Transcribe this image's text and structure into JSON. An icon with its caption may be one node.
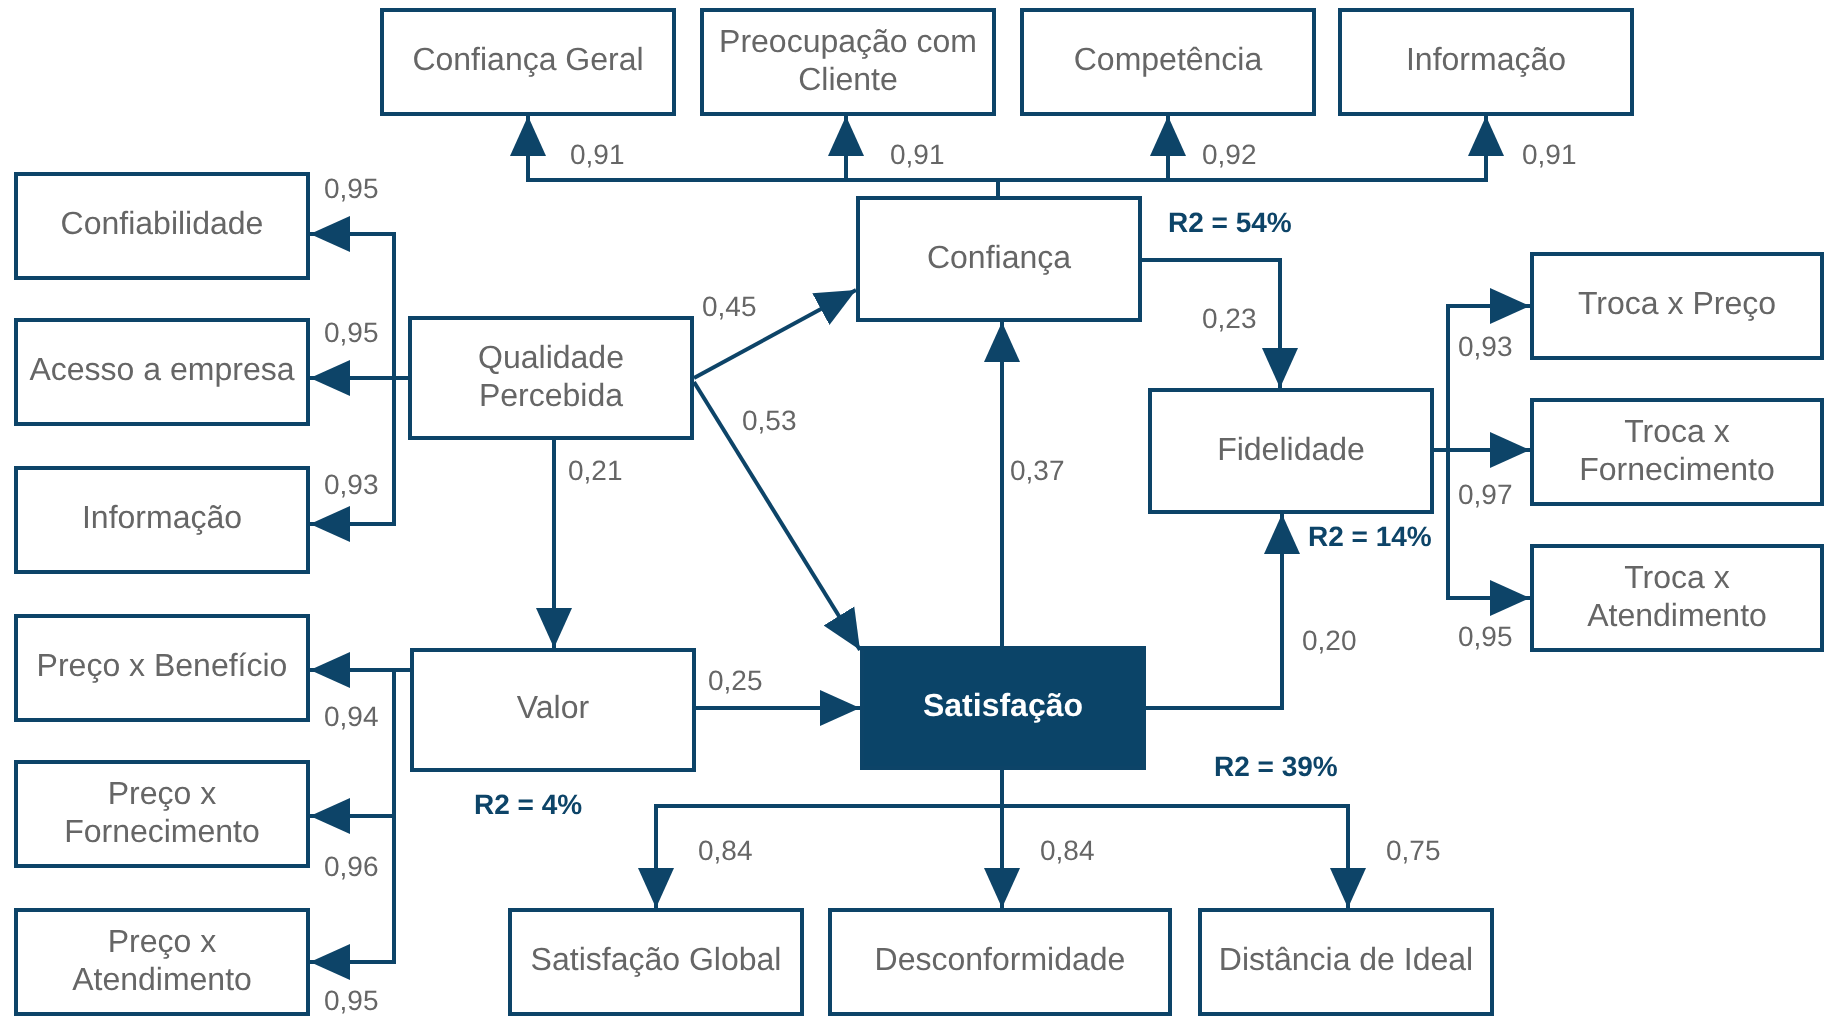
{
  "diagram": {
    "nodes": [
      {
        "text": [
          "Confiança Geral"
        ]
      },
      {
        "text": [
          "Preocupação com Cliente"
        ]
      },
      {
        "text": [
          "Competência"
        ]
      },
      {
        "text": [
          "Informação"
        ]
      },
      {
        "text": [
          "Confiabilidade"
        ]
      },
      {
        "text": [
          "Acesso a empresa"
        ]
      },
      {
        "text": [
          "Informação"
        ]
      },
      {
        "text": [
          "Qualidade Percebida"
        ]
      },
      {
        "text": [
          "Confiança"
        ],
        "beside": [
          "R2 = 54%"
        ]
      },
      {
        "text": [
          "Fidelidade"
        ],
        "beside": [
          "R2 = 14%"
        ]
      },
      {
        "text": [
          "Troca x Preço"
        ]
      },
      {
        "text": [
          "Troca x Fornecimento"
        ]
      },
      {
        "text": [
          "Troca x Atendimento"
        ]
      },
      {
        "text": [
          "Preço x Benefício"
        ]
      },
      {
        "text": [
          "Preço x Fornecimento"
        ]
      },
      {
        "text": [
          "Preço x Atendimento"
        ]
      },
      {
        "text": [
          "Valor"
        ],
        "beside": [
          "R2 = 4%"
        ]
      },
      {
        "text": [
          "Satisfação"
        ],
        "beside": [
          "R2 = 39%"
        ]
      },
      {
        "text": [
          "Satisfação Global"
        ]
      },
      {
        "text": [
          "Desconformidade"
        ]
      },
      {
        "text": [
          "Distância de Ideal"
        ]
      }
    ],
    "edges": [
      {
        "from": 8,
        "to": 0,
        "arrow": "to",
        "label": "0,91"
      },
      {
        "from": 8,
        "to": 1,
        "arrow": "to",
        "label": "0,91"
      },
      {
        "from": 8,
        "to": 2,
        "arrow": "to",
        "label": "0,92"
      },
      {
        "from": 8,
        "to": 3,
        "arrow": "to",
        "label": "0,91"
      },
      {
        "from": 7,
        "to": 4,
        "arrow": "to",
        "label": "0,95"
      },
      {
        "from": 7,
        "to": 5,
        "arrow": "to",
        "label": "0,95"
      },
      {
        "from": 7,
        "to": 6,
        "arrow": "to",
        "label": "0,93"
      },
      {
        "from": 7,
        "to": 8,
        "arrow": "to",
        "label": "0,45"
      },
      {
        "from": 7,
        "to": 17,
        "arrow": "to",
        "label": "0,53"
      },
      {
        "from": 7,
        "to": 16,
        "arrow": "to",
        "label": "0,21"
      },
      {
        "from": 16,
        "to": 13,
        "arrow": "to",
        "label": "0,94"
      },
      {
        "from": 16,
        "to": 14,
        "arrow": "to",
        "label": "0,96"
      },
      {
        "from": 16,
        "to": 15,
        "arrow": "to",
        "label": "0,95"
      },
      {
        "from": 16,
        "to": 17,
        "arrow": "to",
        "label": "0,25"
      },
      {
        "from": 17,
        "to": 8,
        "arrow": "to",
        "label": "0,37"
      },
      {
        "from": 8,
        "to": 9,
        "arrow": "to",
        "label": "0,23"
      },
      {
        "from": 17,
        "to": 9,
        "arrow": "to",
        "label": "0,20"
      },
      {
        "from": 9,
        "to": 10,
        "arrow": "to",
        "label": "0,93"
      },
      {
        "from": 9,
        "to": 11,
        "arrow": "to",
        "label": "0,97"
      },
      {
        "from": 9,
        "to": 12,
        "arrow": "to",
        "label": "0,95"
      },
      {
        "from": 17,
        "to": 18,
        "arrow": "to",
        "label": "0,84"
      },
      {
        "from": 17,
        "to": 19,
        "arrow": "to",
        "label": "0,84"
      },
      {
        "from": 17,
        "to": 20,
        "arrow": "to",
        "label": "0,75"
      }
    ]
  }
}
